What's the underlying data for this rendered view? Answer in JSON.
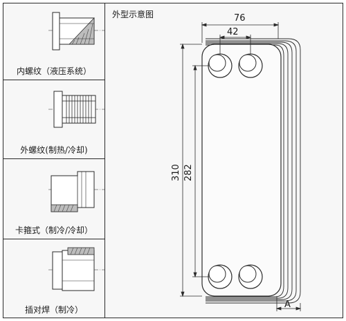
{
  "connections": [
    {
      "label": "内螺纹（液压系统）"
    },
    {
      "label": "外螺纹(制热/冷却)"
    },
    {
      "label": "卡箍式（制冷/冷却）"
    },
    {
      "label": "插对焊（制冷）"
    }
  ],
  "diagram": {
    "title": "外型示意图",
    "dim_width": "76",
    "dim_port_spacing": "42",
    "dim_height": "310",
    "dim_port_height": "282",
    "dim_depth": "A"
  },
  "colors": {
    "line": "#2a2a2a",
    "hatch": "#555555",
    "background": "#f7f7f7"
  }
}
